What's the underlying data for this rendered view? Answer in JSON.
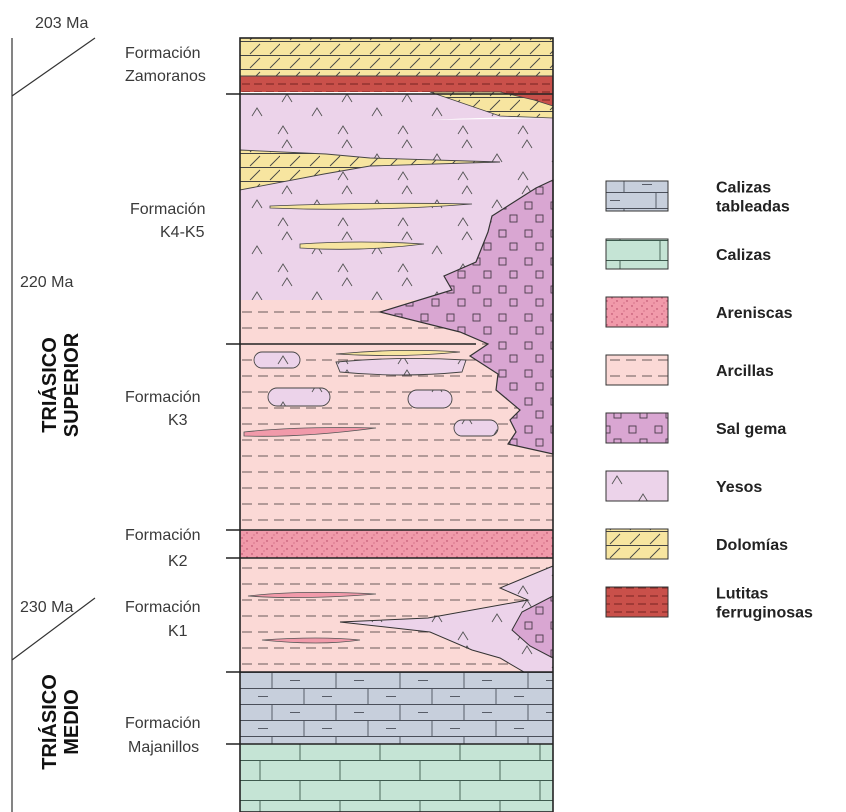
{
  "ages": [
    "203 Ma",
    "220 Ma",
    "230 Ma"
  ],
  "periods": {
    "superior": [
      "TRIÁSICO",
      "SUPERIOR"
    ],
    "medio": [
      "TRIÁSICO",
      "MEDIO"
    ]
  },
  "formations": {
    "zamoranos": [
      "Formación",
      "Zamoranos"
    ],
    "k4k5": [
      "Formación",
      "K4-K5"
    ],
    "k3": [
      "Formación",
      "K3"
    ],
    "k2": [
      "Formación",
      "K2"
    ],
    "k1": [
      "Formación",
      "K1"
    ],
    "majanillos": [
      "Formación",
      "Majanillos"
    ]
  },
  "legend": [
    {
      "key": "calizas_tableadas",
      "lines": [
        "Calizas",
        "tableadas"
      ],
      "fill": "#c7cfdc"
    },
    {
      "key": "calizas",
      "lines": [
        "Calizas"
      ],
      "fill": "#c5e4d5"
    },
    {
      "key": "areniscas",
      "lines": [
        "Areniscas"
      ],
      "fill": "#f19aaa"
    },
    {
      "key": "arcillas",
      "lines": [
        "Arcillas"
      ],
      "fill": "#fbd9d6"
    },
    {
      "key": "sal_gema",
      "lines": [
        "Sal gema"
      ],
      "fill": "#d9a6d2"
    },
    {
      "key": "yesos",
      "lines": [
        "Yesos"
      ],
      "fill": "#ecd3ea"
    },
    {
      "key": "dolomias",
      "lines": [
        "Dolomías"
      ],
      "fill": "#f7e5a0"
    },
    {
      "key": "lutitas",
      "lines": [
        "Lutitas",
        "ferruginosas"
      ],
      "fill": "#c9504a"
    }
  ],
  "colors": {
    "dolomite": "#f7e5a0",
    "lutite": "#c9504a",
    "gypsum": "#ecd3ea",
    "salt": "#d9a6d2",
    "clay": "#fbd9d6",
    "sandstone": "#f19aaa",
    "platy_limestone": "#c7cfdc",
    "limestone": "#c5e4d5"
  }
}
